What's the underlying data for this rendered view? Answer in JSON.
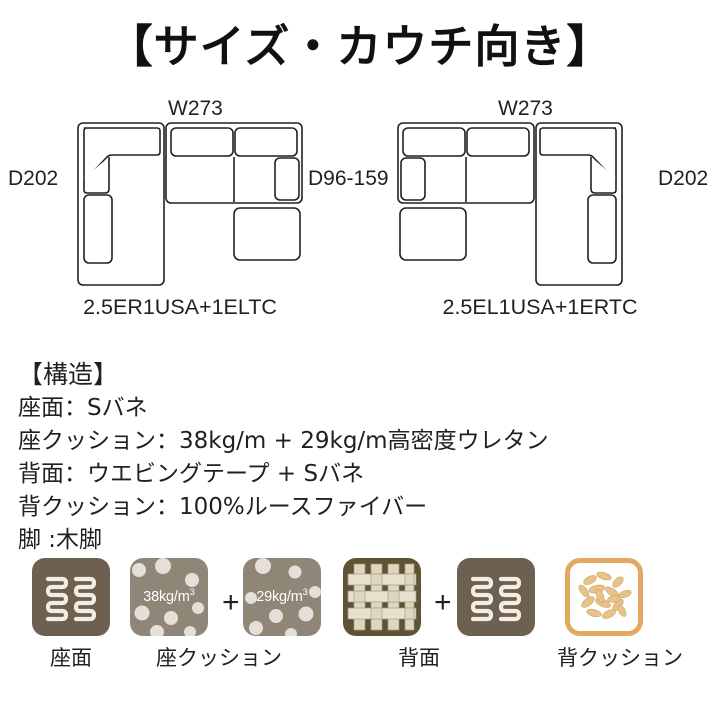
{
  "title": "【サイズ・カウチ向き】",
  "diagrams": [
    {
      "id": "left",
      "orientation": "couch-left",
      "width_label": "W273",
      "depth_label_left": "D202",
      "depth_label_right": "D96-159",
      "model_code": "2.5ER1USA+1ELTC"
    },
    {
      "id": "right",
      "orientation": "couch-right",
      "width_label": "W273",
      "depth_label_right": "D202",
      "model_code": "2.5EL1USA+1ERTC"
    }
  ],
  "structure": {
    "heading": "【構造】",
    "lines": [
      "座面：Sバネ",
      "座クッション：38kg/m + 29kg/m高密度ウレタン",
      "背面：ウエビングテープ + Sバネ",
      "背クッション：100%ルースファイバー",
      "脚 :木脚"
    ]
  },
  "icons": {
    "plus_symbol": "+",
    "items": [
      {
        "name": "s-spring-icon",
        "kind": "spring",
        "caption": "座面"
      },
      {
        "name": "foam-38-icon",
        "kind": "foam",
        "value": "38kg/m",
        "unit_sup": "3",
        "caption": "座クッション"
      },
      {
        "name": "foam-29-icon",
        "kind": "foam",
        "value": "29kg/m",
        "unit_sup": "3",
        "caption": ""
      },
      {
        "name": "webbing-tape-icon",
        "kind": "webbing",
        "caption": "背面"
      },
      {
        "name": "s-spring-back-icon",
        "kind": "spring",
        "caption": ""
      },
      {
        "name": "loose-fiber-icon",
        "kind": "fiber",
        "caption": "背クッション"
      }
    ]
  },
  "colors": {
    "background": "#ffffff",
    "ink": "#231f20",
    "spring_tile": "#6d6050",
    "foam_tile": "#8f8678",
    "webbing_tile": "#5f5336",
    "fiber_border": "#e3a961",
    "fiber_fill": "#e0c089"
  }
}
